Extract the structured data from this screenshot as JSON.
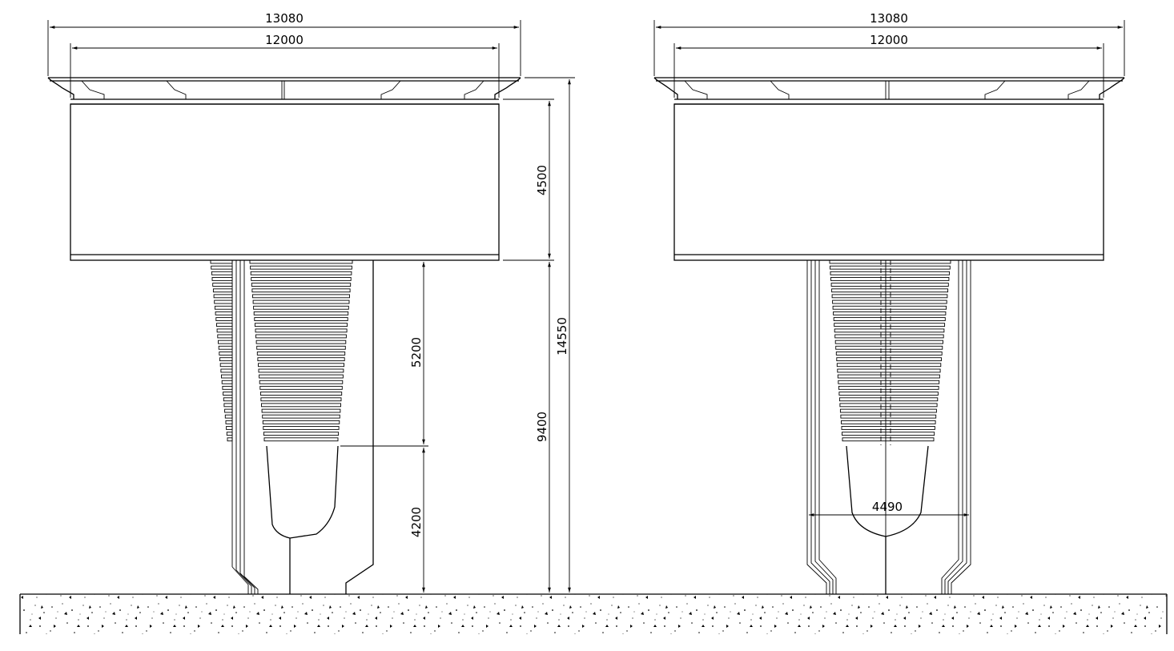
{
  "drawing": {
    "views": [
      {
        "name": "elevation-left",
        "dimensions": {
          "overall_width": "13080",
          "inner_width": "12000",
          "girder_height": "4500",
          "overall_height": "14550",
          "pier_height": "9400",
          "tapered_section": "5200",
          "base_section": "4200"
        }
      },
      {
        "name": "elevation-right",
        "dimensions": {
          "overall_width": "13080",
          "inner_width": "12000",
          "base_width": "4490"
        }
      }
    ]
  }
}
